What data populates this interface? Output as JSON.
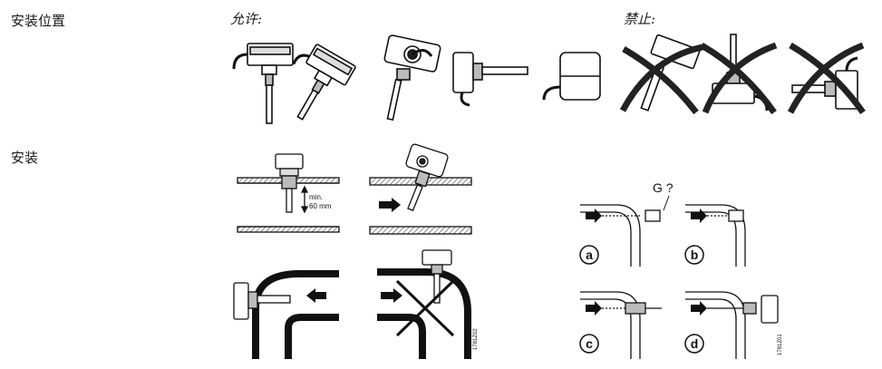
{
  "sections": {
    "mounting_position": "安装位置",
    "installation": "安装"
  },
  "orientation": {
    "allowed": "允许:",
    "forbidden": "禁止:"
  },
  "installation": {
    "min_label": "min.",
    "min_value": "60 mm",
    "code_left": "1781Z02",
    "code_right": "1781Z01"
  },
  "thread_fit": {
    "question": "G ?",
    "steps": [
      "a",
      "b",
      "c",
      "d"
    ]
  }
}
